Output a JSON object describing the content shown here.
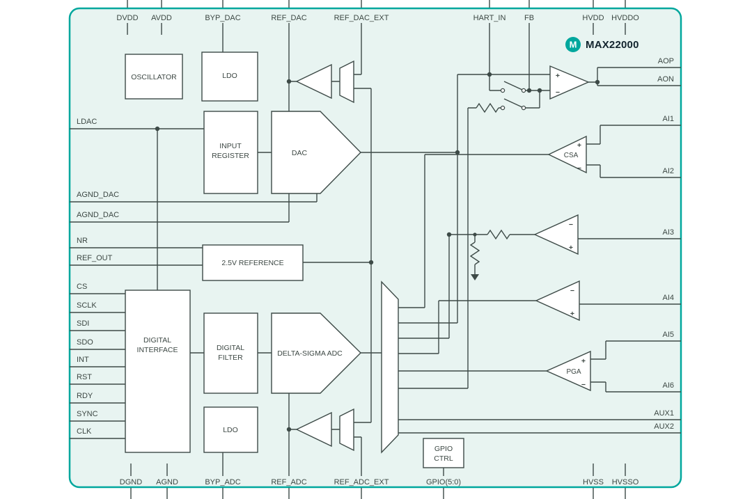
{
  "brand": {
    "logo_letter": "M",
    "part_number": "MAX22000"
  },
  "pins": {
    "top": [
      "DVDD",
      "AVDD",
      "BYP_DAC",
      "REF_DAC",
      "REF_DAC_EXT",
      "HART_IN",
      "FB",
      "HVDD",
      "HVDDO"
    ],
    "bottom": [
      "DGND",
      "AGND",
      "BYP_ADC",
      "REF_ADC",
      "REF_ADC_EXT",
      "GPIO(5:0)",
      "HVSS",
      "HVSSO"
    ],
    "left": [
      "LDAC",
      "AGND_DAC",
      "AGND_DAC",
      "NR",
      "REF_OUT",
      "CS",
      "SCLK",
      "SDI",
      "SDO",
      "INT",
      "RST",
      "RDY",
      "SYNC",
      "CLK"
    ],
    "right": [
      "AOP",
      "AON",
      "AI1",
      "AI2",
      "AI3",
      "AI4",
      "AI5",
      "AI6",
      "AUX1",
      "AUX2"
    ]
  },
  "blocks": {
    "oscillator": "OSCILLATOR",
    "ldo_top": "LDO",
    "input_register": [
      "INPUT",
      "REGISTER"
    ],
    "dac": "DAC",
    "reference": "2.5V REFERENCE",
    "digital_interface": [
      "DIGITAL",
      "INTERFACE"
    ],
    "digital_filter": [
      "DIGITAL",
      "FILTER"
    ],
    "adc": "DELTA-SIGMA ADC",
    "ldo_bottom": "LDO",
    "gpio_ctrl": [
      "GPIO",
      "CTRL"
    ]
  },
  "amps": {
    "csa": "CSA",
    "pga": "PGA",
    "plus": "+",
    "minus": "−"
  },
  "colors": {
    "accent": "#00a79d",
    "panel": "#e8f4f1",
    "line": "#3d4a47",
    "text": "#3c4743"
  }
}
